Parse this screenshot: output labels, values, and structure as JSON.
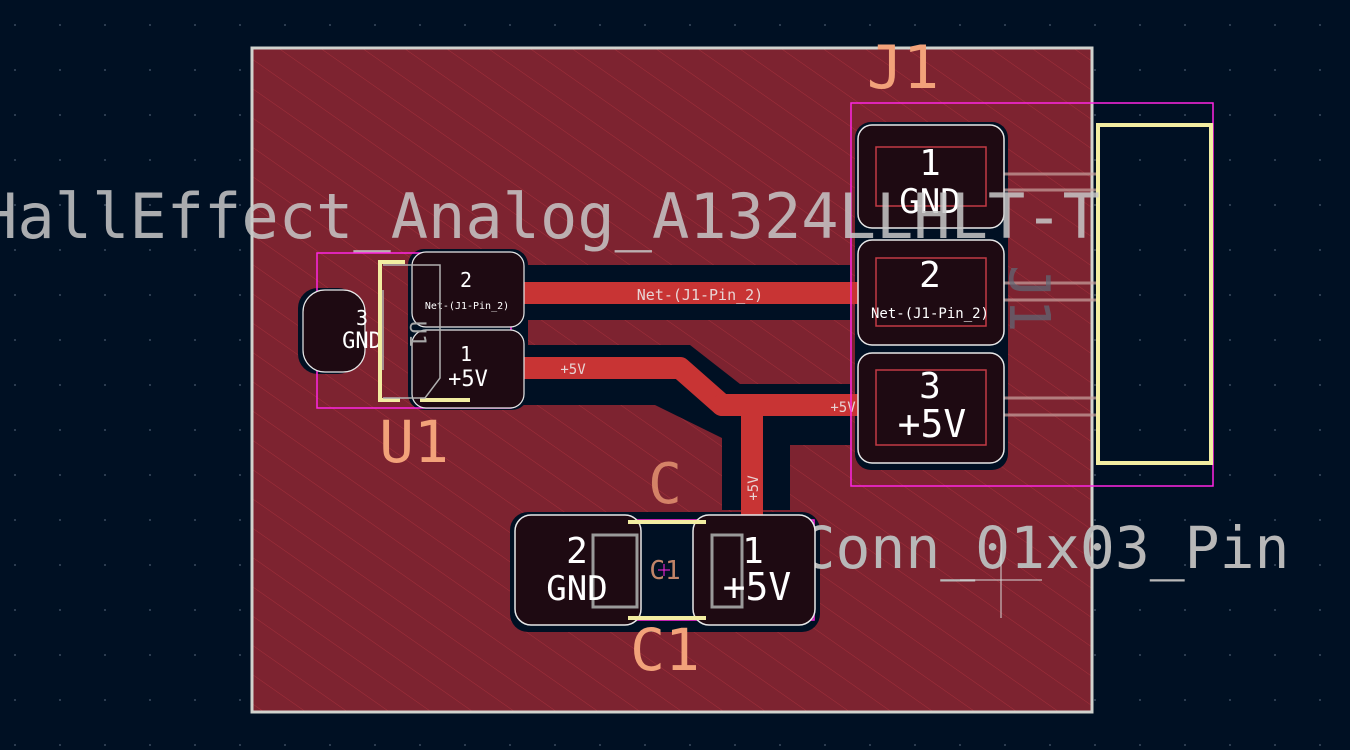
{
  "colors": {
    "background": "#001023",
    "copper_fill": "#7d2330",
    "track": "#c83434",
    "silk_ref": "#f2a27a",
    "silk_value": "#b8b8b8",
    "courtyard": "#ff26e2",
    "edge_cuts": "#d0d2cd",
    "pad_outline": "#e8e8e8",
    "silk_outline": "#f2eda1"
  },
  "footprints": {
    "u1": {
      "reference": "U1",
      "value": "HallEffect_Analog_A1324LLHLT-T",
      "fab_ref": "U1",
      "pads": [
        {
          "number": "1",
          "net": "+5V"
        },
        {
          "number": "2",
          "net": "Net-(J1-Pin_2)"
        },
        {
          "number": "3",
          "net": "GND"
        }
      ]
    },
    "j1": {
      "reference": "J1",
      "value": "Conn_01x03_Pin",
      "fab_ref": "J1",
      "pads": [
        {
          "number": "1",
          "net": "GND"
        },
        {
          "number": "2",
          "net": "Net-(J1-Pin_2)"
        },
        {
          "number": "3",
          "net": "+5V"
        }
      ]
    },
    "c1": {
      "reference": "C1",
      "value": "C",
      "fab_ref": "C1",
      "pads": [
        {
          "number": "1",
          "net": "+5V"
        },
        {
          "number": "2",
          "net": "GND"
        }
      ]
    }
  },
  "tracks": {
    "net_pin2": "Net-(J1-Pin_2)",
    "plus5v_top": "+5V",
    "plus5v_right": "+5V",
    "plus5v_vertical": "+5V"
  }
}
